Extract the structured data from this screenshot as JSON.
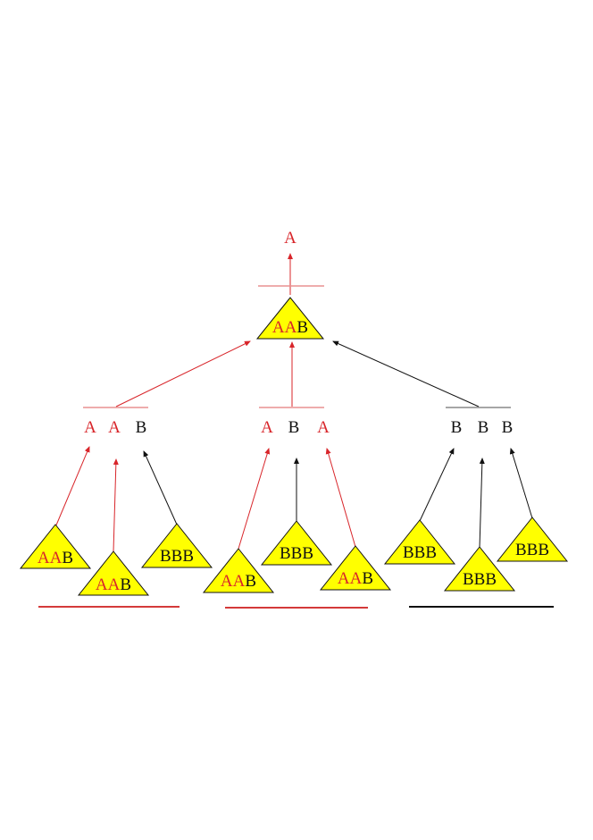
{
  "colors": {
    "a": "#d8252a",
    "b": "#111111",
    "triangle_fill": "#ffff00",
    "triangle_stroke": "#111111",
    "red_bar": "#d43a3a",
    "grey_bar": "#888888",
    "black_bar": "#111111",
    "pink_bar": "#e89090"
  },
  "root": {
    "output": "A",
    "triangle": [
      {
        "text": "AA",
        "color": "a"
      },
      {
        "text": "B",
        "color": "b"
      }
    ]
  },
  "groups": [
    {
      "letters": [
        {
          "text": "A",
          "color": "a"
        },
        {
          "text": "A",
          "color": "a"
        },
        {
          "text": "B",
          "color": "b"
        }
      ],
      "triangles": [
        [
          {
            "text": "AA",
            "color": "a"
          },
          {
            "text": "B",
            "color": "b"
          }
        ],
        [
          {
            "text": "AA",
            "color": "a"
          },
          {
            "text": "B",
            "color": "b"
          }
        ],
        [
          {
            "text": "BBB",
            "color": "b"
          }
        ]
      ]
    },
    {
      "letters": [
        {
          "text": "A",
          "color": "a"
        },
        {
          "text": "B",
          "color": "b"
        },
        {
          "text": "A",
          "color": "a"
        }
      ],
      "triangles": [
        [
          {
            "text": "AA",
            "color": "a"
          },
          {
            "text": "B",
            "color": "b"
          }
        ],
        [
          {
            "text": "BBB",
            "color": "b"
          }
        ],
        [
          {
            "text": "AA",
            "color": "a"
          },
          {
            "text": "B",
            "color": "b"
          }
        ]
      ]
    },
    {
      "letters": [
        {
          "text": "B",
          "color": "b"
        },
        {
          "text": "B",
          "color": "b"
        },
        {
          "text": "B",
          "color": "b"
        }
      ],
      "triangles": [
        [
          {
            "text": "BBB",
            "color": "b"
          }
        ],
        [
          {
            "text": "BBB",
            "color": "b"
          }
        ],
        [
          {
            "text": "BBB",
            "color": "b"
          }
        ]
      ]
    }
  ]
}
